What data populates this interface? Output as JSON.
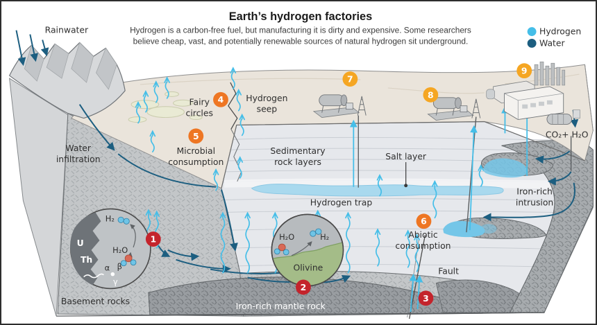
{
  "title": "Earth’s hydrogen factories",
  "subtitle": [
    "Hydrogen is a carbon-free fuel, but manufacturing it is dirty and expensive. Some researchers",
    "believe cheap, vast, and potentially renewable sources of natural hydrogen sit underground."
  ],
  "legend": {
    "items": [
      {
        "label": "Hydrogen",
        "color": "#45BEE8"
      },
      {
        "label": "Water",
        "color": "#1C5E80"
      }
    ]
  },
  "labels": {
    "rainwater": "Rainwater",
    "water_infiltration": [
      "Water",
      "infiltration"
    ],
    "fairy_circles": [
      "Fairy",
      "circles"
    ],
    "hydrogen_seep": [
      "Hydrogen",
      "seep"
    ],
    "microbial_consumption": [
      "Microbial",
      "consumption"
    ],
    "sedimentary_rock_layers": [
      "Sedimentary",
      "rock layers"
    ],
    "salt_layer": "Salt layer",
    "hydrogen_trap": "Hydrogen trap",
    "co2_h2o": "CO₂+ H₂O",
    "iron_rich_intrusion": [
      "Iron-rich",
      "intrusion"
    ],
    "abiotic_consumption": [
      "Abiotic",
      "consumption"
    ],
    "fault": "Fault",
    "basement_rocks": "Basement rocks",
    "iron_rich_mantle_rock": "Iron-rich mantle rock",
    "olivine": "Olivine"
  },
  "inset_radiolysis": {
    "u": "U",
    "th": "Th",
    "h2": "H₂",
    "h2o": "H₂O",
    "alpha": "α",
    "beta": "β",
    "gamma": "γ"
  },
  "inset_olivine": {
    "h2o": "H₂O",
    "h2": "H₂"
  },
  "badges": [
    {
      "n": "1",
      "color": "#C4242C"
    },
    {
      "n": "2",
      "color": "#C4242C"
    },
    {
      "n": "3",
      "color": "#C4242C"
    },
    {
      "n": "4",
      "color": "#EE7623"
    },
    {
      "n": "5",
      "color": "#EE7623"
    },
    {
      "n": "6",
      "color": "#EE7623"
    },
    {
      "n": "7",
      "color": "#F5A623"
    },
    {
      "n": "8",
      "color": "#F5A623"
    },
    {
      "n": "9",
      "color": "#F5A623"
    }
  ],
  "colors": {
    "hydrogen": "#45BEE8",
    "water": "#1C5E80",
    "hydrogen_trap": "#A9D9EE",
    "olivine_green": "#A4BC88",
    "badge_red": "#C4242C",
    "badge_orange": "#EE7623",
    "badge_amber": "#F5A623"
  }
}
